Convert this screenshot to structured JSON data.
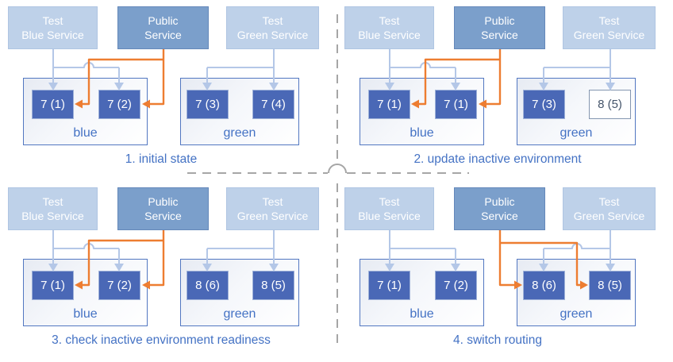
{
  "colors": {
    "light_service_fill": "#bed1e9",
    "public_service_fill": "#7b9fcb",
    "pod_fill": "#4a68b6",
    "pod_outline_border": "#8496b0",
    "pod_outline_text": "#44546a",
    "wire_blue": "#b4c7e7",
    "wire_orange": "#ed7d31",
    "label_blue": "#4472c4",
    "divider_gray": "#a6a6a6"
  },
  "services": {
    "test_blue": {
      "line1": "Test",
      "line2": "Blue Service"
    },
    "public": {
      "line1": "Public",
      "line2": "Service"
    },
    "test_green": {
      "line1": "Test",
      "line2": "Green Service"
    }
  },
  "environments": {
    "blue": "blue",
    "green": "green"
  },
  "panels": [
    {
      "caption": "1. initial state",
      "public_routes_to": "blue",
      "blue_pods": [
        {
          "label": "7 (1)",
          "variant": "solid"
        },
        {
          "label": "7 (2)",
          "variant": "solid"
        }
      ],
      "green_pods": [
        {
          "label": "7 (3)",
          "variant": "solid"
        },
        {
          "label": "7 (4)",
          "variant": "solid"
        }
      ]
    },
    {
      "caption": "2. update inactive environment",
      "public_routes_to": "blue",
      "blue_pods": [
        {
          "label": "7 (1)",
          "variant": "solid"
        },
        {
          "label": "7 (1)",
          "variant": "solid"
        }
      ],
      "green_pods": [
        {
          "label": "7 (3)",
          "variant": "solid"
        },
        {
          "label": "8 (5)",
          "variant": "outline"
        }
      ]
    },
    {
      "caption": "3. check inactive environment readiness",
      "public_routes_to": "blue",
      "blue_pods": [
        {
          "label": "7 (1)",
          "variant": "solid"
        },
        {
          "label": "7 (2)",
          "variant": "solid"
        }
      ],
      "green_pods": [
        {
          "label": "8 (6)",
          "variant": "solid"
        },
        {
          "label": "8 (5)",
          "variant": "solid"
        }
      ]
    },
    {
      "caption": "4. switch routing",
      "public_routes_to": "green",
      "blue_pods": [
        {
          "label": "7 (1)",
          "variant": "solid"
        },
        {
          "label": "7 (2)",
          "variant": "solid"
        }
      ],
      "green_pods": [
        {
          "label": "8 (6)",
          "variant": "solid"
        },
        {
          "label": "8 (5)",
          "variant": "solid"
        }
      ]
    }
  ]
}
